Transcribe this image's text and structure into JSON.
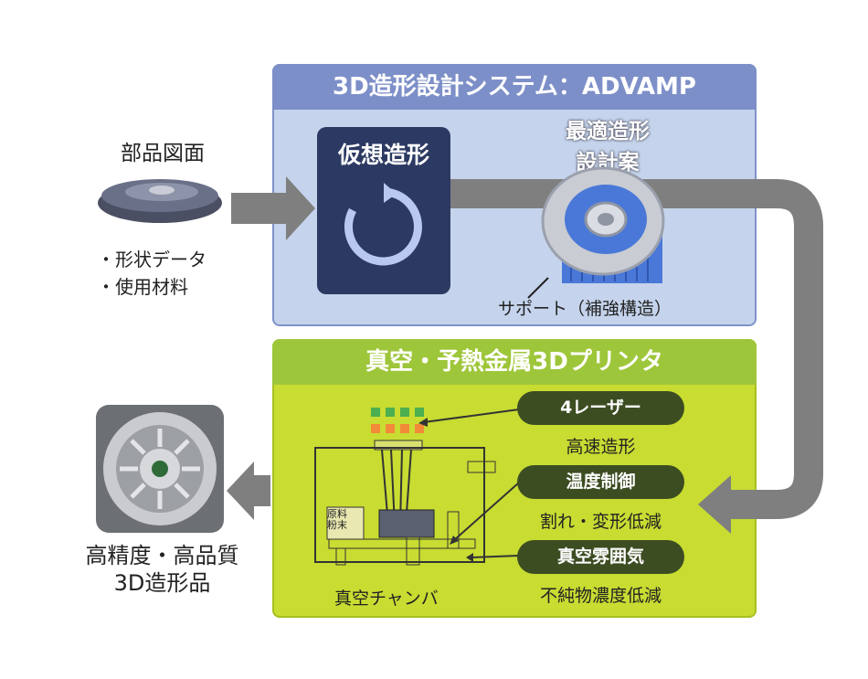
{
  "top_panel": {
    "title": "3D造形設計システム：ADVAMP"
  },
  "virtual_build": {
    "label": "仮想造形"
  },
  "optimal": {
    "label_line1": "最適造形",
    "label_line2": "設計案",
    "support": "サポート（補強構造）"
  },
  "input": {
    "title": "部品図面",
    "items": [
      "・形状データ",
      "・使用材料"
    ]
  },
  "bottom_panel": {
    "title": "真空・予熱金属3Dプリンタ"
  },
  "features": [
    {
      "name": "4レーザー",
      "desc": "高速造形"
    },
    {
      "name": "温度制御",
      "desc": "割れ・変形低減"
    },
    {
      "name": "真空雰囲気",
      "desc": "不純物濃度低減"
    }
  ],
  "chamber": {
    "label": "真空チャンバ",
    "powder_line1": "原料",
    "powder_line2": "粉末"
  },
  "output": {
    "line1": "高精度・高品質",
    "line2": "3D造形品"
  },
  "colors": {
    "top_header": "#7d8fc8",
    "top_bg": "#c5d4ec",
    "bottom_header": "#9ec63a",
    "bottom_bg": "#c8dc32",
    "pill": "#3d4d22",
    "arrow": "#7f7f7f",
    "dark_box": "#2c3a63"
  }
}
